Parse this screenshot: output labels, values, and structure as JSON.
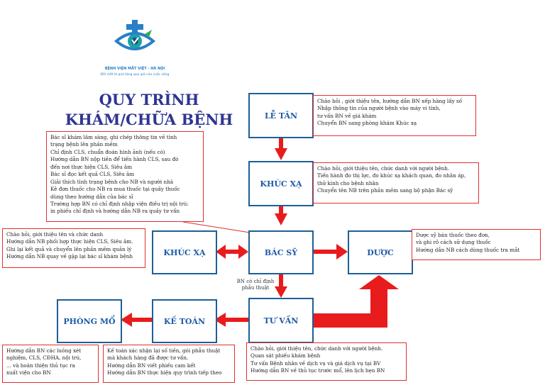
{
  "hospital": {
    "name": "BỆNH VIỆN MẮT VIỆT - HÀ NỘI",
    "slogan": "Đôi mắt là quà tặng quý giá của cuộc sống"
  },
  "title": {
    "line1": "QUY TRÌNH",
    "line2": "KHÁM/CHỮA BỆNH"
  },
  "nodes": {
    "le_tan": "LỄ TÂN",
    "khuc_xa_main": "KHÚC XẠ",
    "bac_sy": "BÁC SỸ",
    "khuc_xa_side": "KHÚC XẠ",
    "duoc": "DƯỢC",
    "tu_van": "TƯ VẤN",
    "ke_toan": "KẾ TOÁN",
    "phong_mo": "PHÒNG MỔ"
  },
  "edge_label": {
    "line1": "BN có chỉ định",
    "line2": "phẫu thuật"
  },
  "notes": {
    "le_tan": [
      "Chào hỏi , giới thiệu tên, hướng dẫn BN xếp hàng lấy số",
      "Nhập thông tin của người bệnh vào máy vi tính,",
      "tư vấn BN về giá khám",
      "Chuyển BN sang phòng khám Khúc xạ"
    ],
    "khuc_xa_main": [
      "Chào hỏi, giới thiệu tên, chức danh với người bệnh.",
      "Tiến hành đo thị lực, đo khúc xạ khách quan, đo nhãn áp,",
      "thử kính cho bệnh nhân",
      "Chuyển tên NB trên phần mềm sang bộ phận Bác sỹ"
    ],
    "bac_sy": [
      "Bác sĩ khám lâm sàng, ghi chép thông tin về tình",
      "trạng bệnh lên phần mềm",
      "Chỉ định CLS, chuẩn đoán hình ảnh (nếu có)",
      "Hướng dẫn BN nộp tiền để tiến hành CLS, sau đó",
      "đến nơi thực hiện CLS, Siêu âm",
      "Bác sĩ đọc kết quả CLS, Siêu âm",
      "Giải thích tình trạng bệnh cho NB và người nhà",
      "Kê đơn thuốc cho NB ra mua thuốc tại quầy thuốc",
      "dùng theo hướng dẫn của bác sĩ",
      "Trường hợp BN có chỉ định nhập viện điều trị nội trú:",
      "in phiếu chỉ định và hướng dẫn NB ra quầy tư vấn"
    ],
    "khuc_xa_side": [
      "Chào hỏi, giới thiệu tên và chức danh",
      "Hướng dẫn NB phối hợp thực hiện CLS, Siêu âm.",
      "Ghi lại kết quả và chuyển lên phần mềm quản lý",
      "Hướng dẫn NB quay về gặp lại bác sĩ khám bệnh"
    ],
    "duoc": [
      "Dược sỹ bán thuốc theo đơn,",
      "và ghi rõ cách sử dụng thuốc",
      "Hướng dẫn NB cách dùng thuốc tra mắt"
    ],
    "tu_van": [
      "Chào hỏi, giới thiệu tên, chức danh với người bệnh.",
      "Quan sát phiếu khám bệnh",
      "Tư vấn Bệnh nhân về dịch vụ và giá dịch vụ tại BV",
      "Hướng dẫn BN về thủ tục trước mổ, lên lịch hẹn BN"
    ],
    "ke_toan": [
      "Kế toán xác nhận lại số tiền, gói phẫu thuật",
      "mà khách hàng đã được tư vấn.",
      "Hướng dẫn BN viết phiếu cam kết",
      "Hướng dẫn BN thực hiện quy trình tiếp theo"
    ],
    "phong_mo": [
      "Hướng dẫn BN các luồng xét",
      "nghiệm, CLS, CĐHA, nội trú,",
      "... và hoàn thiện thủ tục ra",
      "xuất viện cho BN"
    ]
  },
  "colors": {
    "arrow": "#e81c1c",
    "box_border": "#1d5f96",
    "node_text": "#1c5aa6",
    "title": "#2e3591",
    "note_border": "#e03030"
  },
  "icons": {
    "logo": "eye-cross-logo-icon"
  }
}
